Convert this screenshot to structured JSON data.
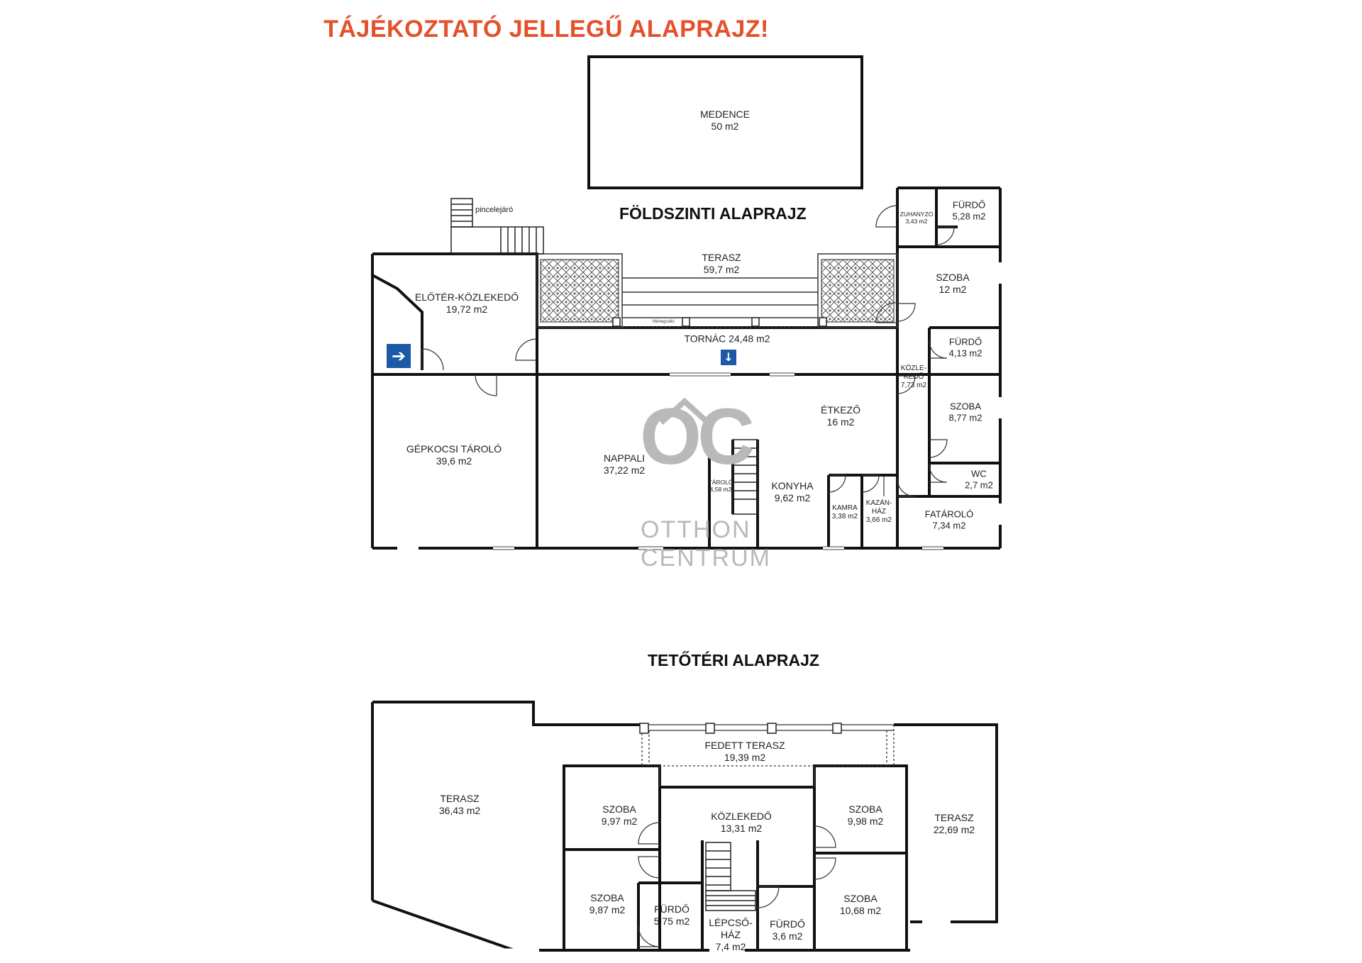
{
  "header": {
    "title": "TÁJÉKOZTATÓ JELLEGŰ  ALAPRAJZ!"
  },
  "ground_floor": {
    "title": "FÖLDSZINTI ALAPRAJZ",
    "basement_stair_label": "pincelejáró",
    "tiny_label": "Mérlegválló",
    "rooms": {
      "medence": {
        "name": "MEDENCE",
        "area": "50 m2"
      },
      "zuhanyzo": {
        "name": "ZUHANYZÓ",
        "area": "3,43 m2"
      },
      "furdo1": {
        "name": "FÜRDŐ",
        "area": "5,28 m2"
      },
      "terasz": {
        "name": "TERASZ",
        "area": "59,7 m2"
      },
      "szoba1": {
        "name": "SZOBA",
        "area": "12 m2"
      },
      "eloter": {
        "name": "ELŐTÉR-KÖZLEKEDŐ",
        "area": "19,72 m2"
      },
      "tornac": {
        "name": "TORNÁC 24,48 m2",
        "area": ""
      },
      "furdo2": {
        "name": "FÜRDŐ",
        "area": "4,13 m2"
      },
      "kozlekedo": {
        "name": "KÖZLE-",
        "name2": "KEDŐ",
        "area": "7,73 m2"
      },
      "gepkocsi": {
        "name": "GÉPKOCSI TÁROLÓ",
        "area": "39,6 m2"
      },
      "etkezo": {
        "name": "ÉTKEZŐ",
        "area": "16 m2"
      },
      "szoba2": {
        "name": "SZOBA",
        "area": "8,77 m2"
      },
      "nappali": {
        "name": "NAPPALI",
        "area": "37,22 m2"
      },
      "tarolo": {
        "name": "TÁROLÓ",
        "area": "4,58 m2"
      },
      "konyha": {
        "name": "KONYHA",
        "area": "9,62 m2"
      },
      "wc": {
        "name": "WC",
        "area": "2,7 m2"
      },
      "kamra": {
        "name": "KAMRA",
        "area": "3,38 m2"
      },
      "kazanhaz": {
        "name": "KAZÁN-",
        "name2": "HÁZ",
        "area": "3,66 m2"
      },
      "fatarolo": {
        "name": "FATÁROLÓ",
        "area": "7,34 m2"
      }
    }
  },
  "attic_floor": {
    "title": "TETŐTÉRI ALAPRAJZ",
    "rooms": {
      "fedett_terasz": {
        "name": "FEDETT TERASZ",
        "area": "19,39 m2"
      },
      "terasz_left": {
        "name": "TERASZ",
        "area": "36,43 m2"
      },
      "szoba_a": {
        "name": "SZOBA",
        "area": "9,97 m2"
      },
      "kozlekedo": {
        "name": "KÖZLEKEDŐ",
        "area": "13,31 m2"
      },
      "szoba_b": {
        "name": "SZOBA",
        "area": "9,98 m2"
      },
      "terasz_right": {
        "name": "TERASZ",
        "area": "22,69 m2"
      },
      "szoba_c": {
        "name": "SZOBA",
        "area": "9,87 m2"
      },
      "furdo_a": {
        "name": "FÜRDŐ",
        "area": "5,75 m2"
      },
      "lepcsohaz": {
        "name": "LÉPCSŐ-",
        "name2": "HÁZ",
        "area": "7,4 m2"
      },
      "furdo_b": {
        "name": "FÜRDŐ",
        "area": "3,6 m2"
      },
      "szoba_d": {
        "name": "SZOBA",
        "area": "10,68 m2"
      }
    }
  },
  "watermark": {
    "logo": "OC",
    "line1": "OTTHON",
    "line2": "CENTRUM"
  },
  "icons": {
    "entrance": "arrow-right-icon",
    "porch": "arrow-down-icon"
  },
  "colors": {
    "title": "#e4502a",
    "sign": "#1c5aa8",
    "watermark": "#b9b9b9"
  }
}
